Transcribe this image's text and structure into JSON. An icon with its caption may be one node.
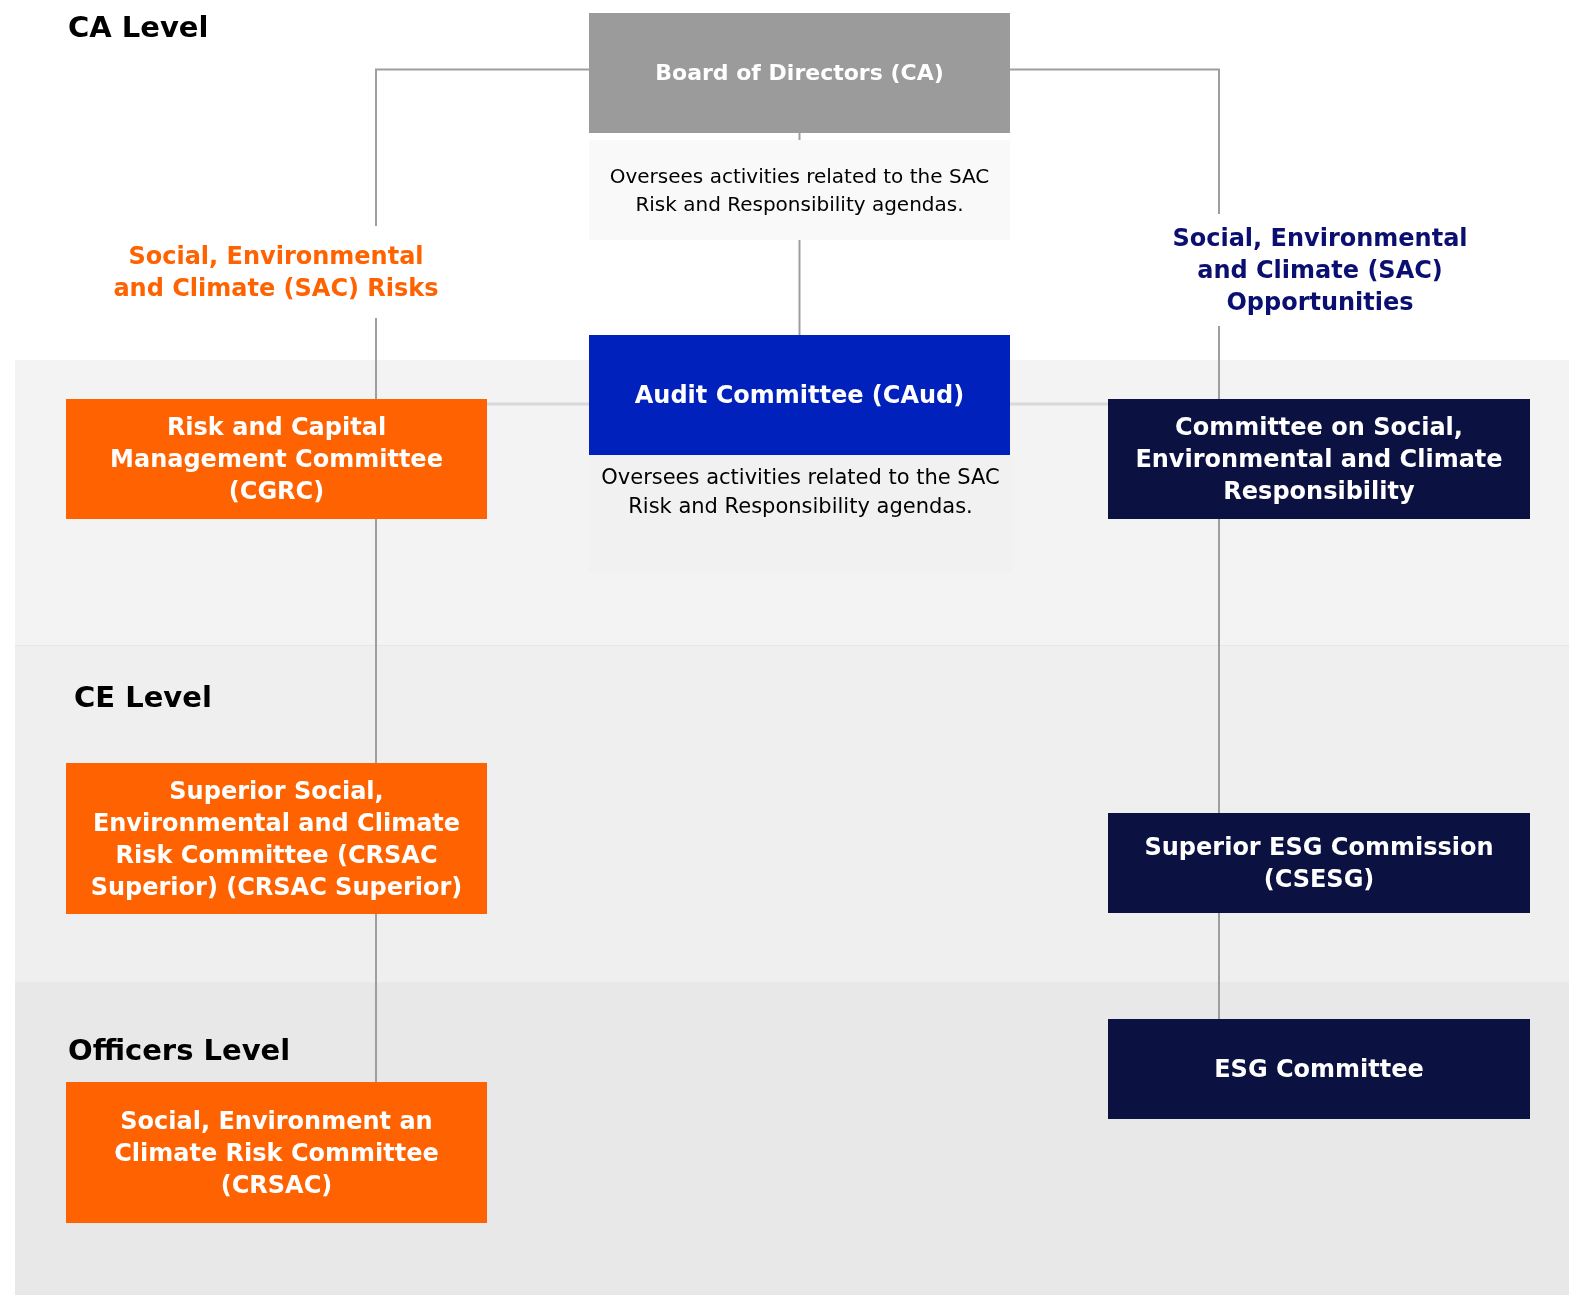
{
  "diagram": {
    "nodes": [
      {
        "text": [
          "Board of Directors (CA)"
        ]
      },
      {
        "text": [
          "Oversees activities related to the SAC Risk and Responsibility agendas."
        ]
      },
      {
        "text": [
          "Audit Committee (CAud)"
        ],
        "beside": [
          "Oversees activities related to the SAC Risk and Responsibility agendas."
        ]
      },
      {
        "text": [
          "Social, Environmental and Climate (SAC) Risks"
        ]
      },
      {
        "text": [
          "Risk and Capital Management Committee (CGRC)"
        ]
      },
      {
        "text": [
          "Social, Environmental and Climate (SAC) Opportunities"
        ]
      },
      {
        "text": [
          "Committee on Social, Environmental and Climate Responsibility"
        ]
      },
      {
        "text": [
          "Superior Social, Environmental and Climate Risk Committee (CRSAC Superior) (CRSAC Superior)"
        ]
      },
      {
        "text": [
          "Superior ESG Commission (CSESG)"
        ]
      },
      {
        "text": [
          "Social, Environment an Climate Risk Committee (CRSAC)"
        ]
      },
      {
        "text": [
          "ESG Committee"
        ]
      }
    ],
    "edges": [
      {
        "from": 0,
        "to": 1,
        "arrow": "none"
      },
      {
        "from": 1,
        "to": 2,
        "arrow": "none"
      },
      {
        "from": 0,
        "to": 3,
        "arrow": "none"
      },
      {
        "from": 3,
        "to": 4,
        "arrow": "none"
      },
      {
        "from": 0,
        "to": 5,
        "arrow": "none"
      },
      {
        "from": 5,
        "to": 6,
        "arrow": "none"
      },
      {
        "from": 4,
        "to": 2,
        "arrow": "none",
        "color": "#d9d9d9"
      },
      {
        "from": 2,
        "to": 6,
        "arrow": "none",
        "color": "#d9d9d9"
      },
      {
        "from": 4,
        "to": 7,
        "arrow": "none"
      },
      {
        "from": 6,
        "to": 8,
        "arrow": "none"
      },
      {
        "from": 7,
        "to": 9,
        "arrow": "none"
      },
      {
        "from": 8,
        "to": 10,
        "arrow": "none"
      }
    ],
    "labels": [
      "CA Level",
      "CE Level",
      "Officers Level"
    ]
  }
}
